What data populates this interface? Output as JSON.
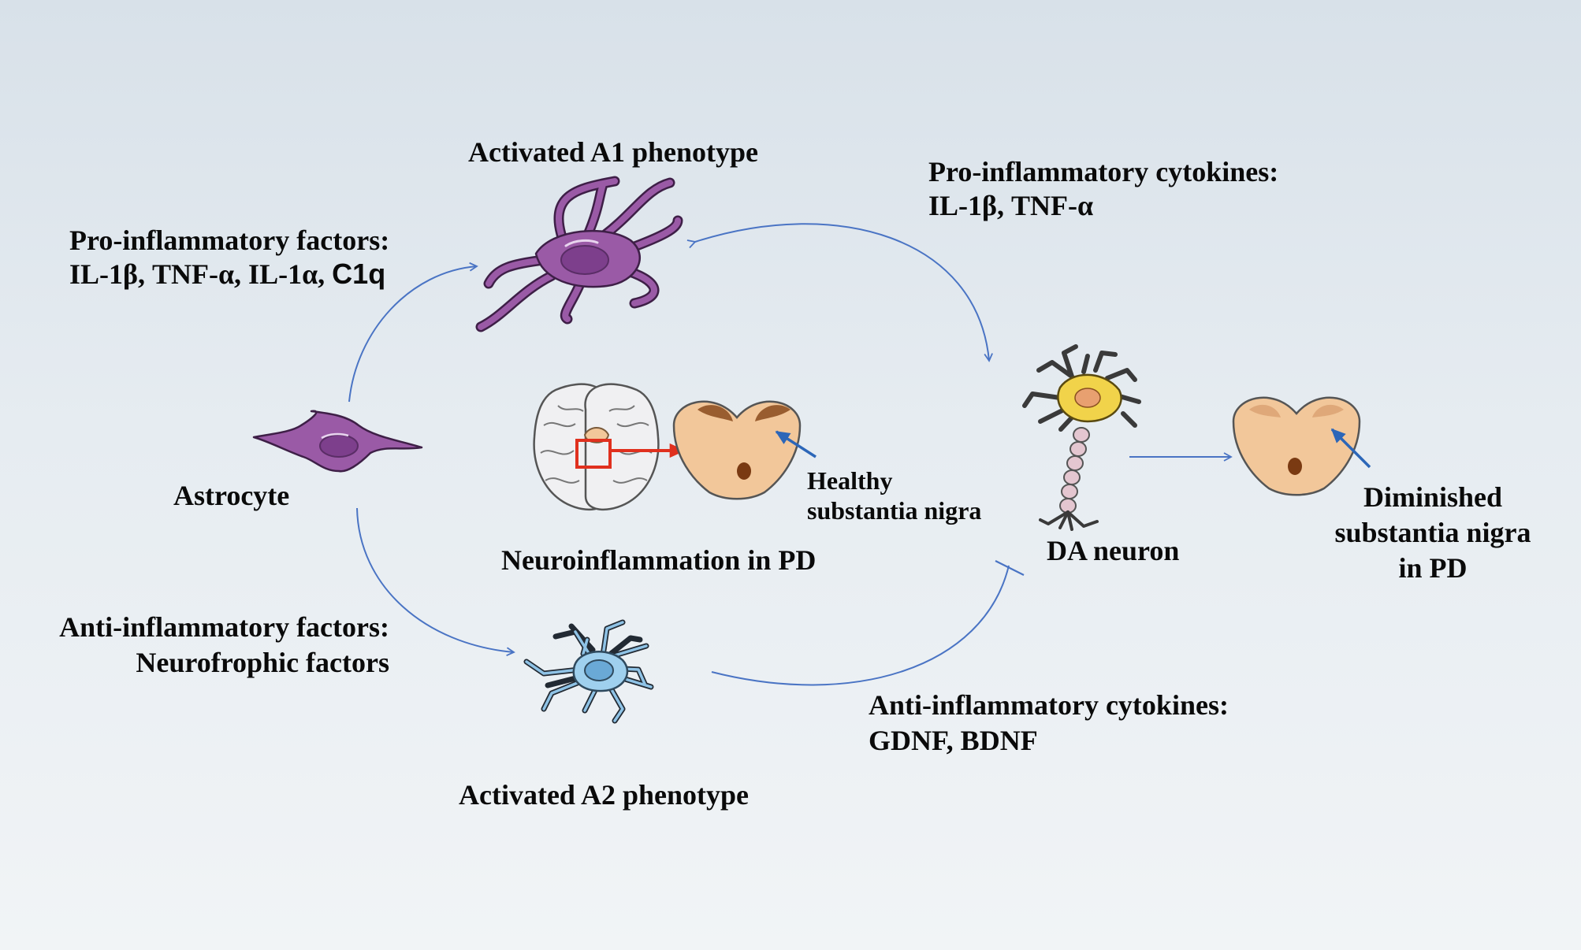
{
  "labels": {
    "a1_phenotype": "Activated A1 phenotype",
    "a2_phenotype": "Activated A2 phenotype",
    "astrocyte": "Astrocyte",
    "pro_factors_title": "Pro-inflammatory factors:",
    "pro_factors_list_serif": "IL-1β, TNF-α, IL-1α, ",
    "pro_factors_list_sans": "C1q",
    "anti_factors_title": "Anti-inflammatory factors:",
    "anti_factors_list": "Neurofrophic factors",
    "pro_cytokines_title": "Pro-inflammatory cytokines:",
    "pro_cytokines_list": "IL-1β, TNF-α",
    "anti_cytokines_title": "Anti-inflammatory cytokines:",
    "anti_cytokines_list": "GDNF,  BDNF",
    "neuroinflammation": "Neuroinflammation in PD",
    "healthy_sn_line1": "Healthy",
    "healthy_sn_line2": "substantia nigra",
    "da_neuron": "DA neuron",
    "diminished_line1": "Diminished",
    "diminished_line2": "substantia nigra",
    "diminished_line3": "in PD"
  },
  "colors": {
    "arrow_blue": "#4a74c4",
    "highlight_red": "#e0301e",
    "astrocyte_purple": "#9a5aa6",
    "a2_blue": "#8fc3e6",
    "neuron_yellow": "#f1d34a",
    "nigra_tan": "#f2c79a"
  }
}
